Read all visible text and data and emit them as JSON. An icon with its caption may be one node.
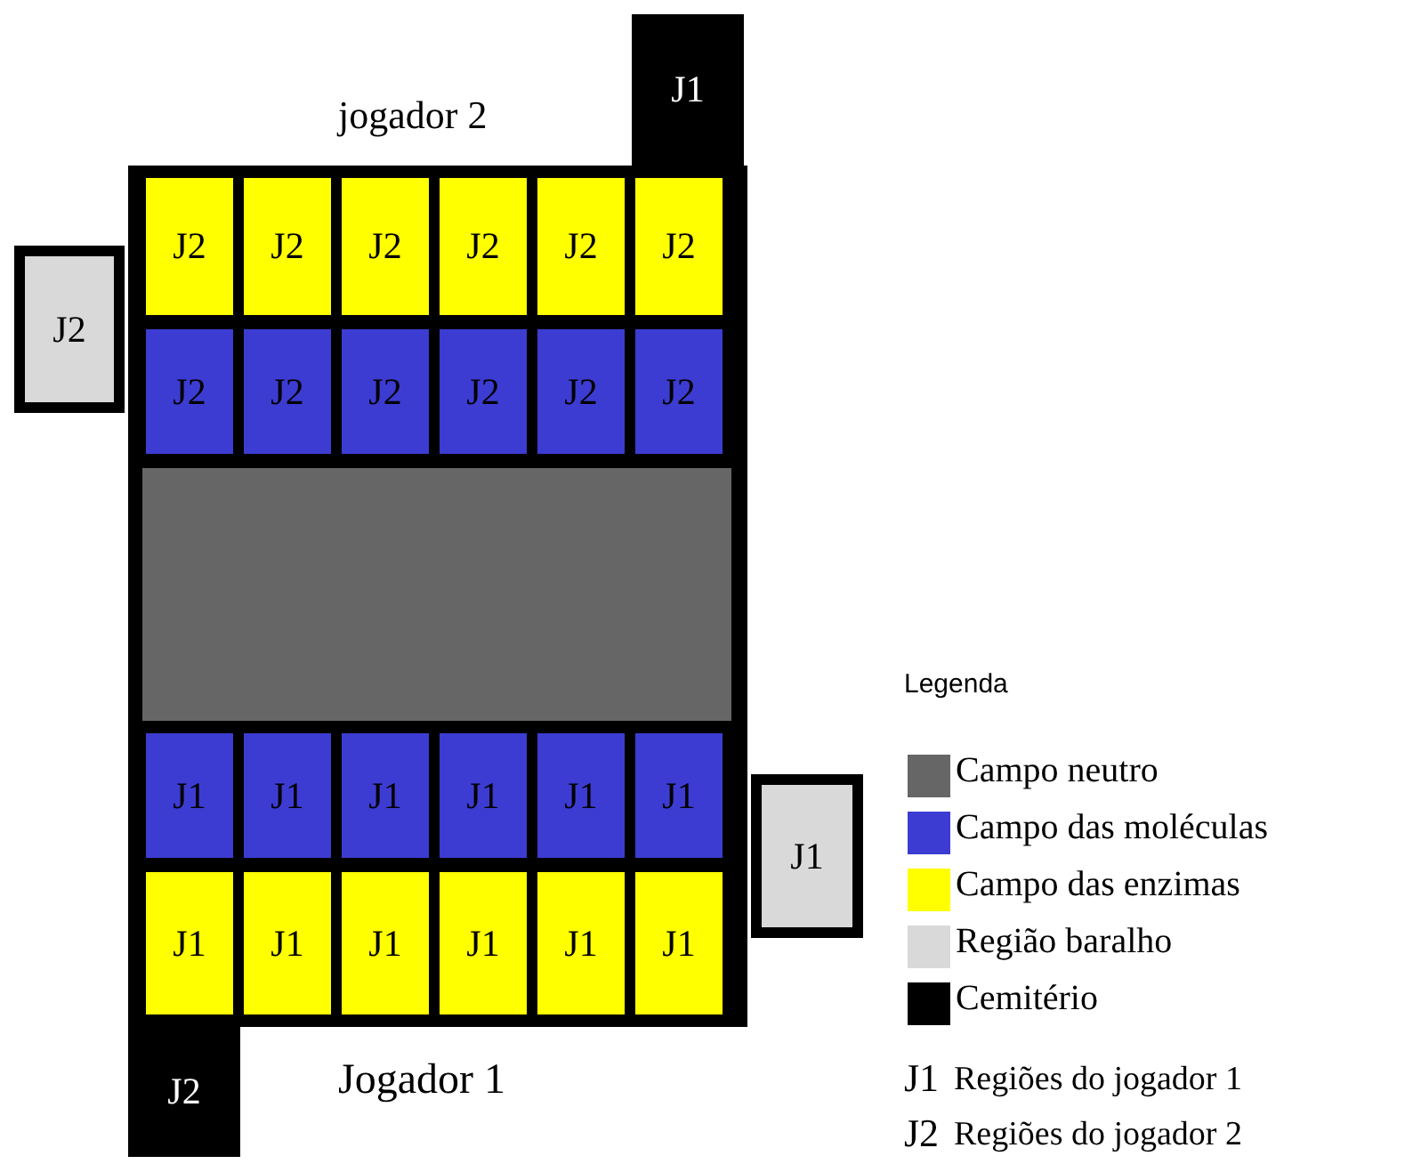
{
  "diagram": {
    "nodes": [
      {
        "text": [
          "J1"
        ]
      },
      {
        "text": [
          "J2"
        ]
      },
      {
        "text": [],
        "shape": "box"
      },
      {
        "text": [
          "J2"
        ],
        "in": 2
      },
      {
        "text": [
          "J2"
        ],
        "in": 2
      },
      {
        "text": [
          "J2"
        ],
        "in": 2
      },
      {
        "text": [
          "J2"
        ],
        "in": 2
      },
      {
        "text": [
          "J2"
        ],
        "in": 2
      },
      {
        "text": [
          "J2"
        ],
        "in": 2
      },
      {
        "text": [
          "J2"
        ],
        "in": 2
      },
      {
        "text": [
          "J2"
        ],
        "in": 2
      },
      {
        "text": [
          "J2"
        ],
        "in": 2
      },
      {
        "text": [
          "J2"
        ],
        "in": 2
      },
      {
        "text": [
          "J2"
        ],
        "in": 2
      },
      {
        "text": [
          "J2"
        ],
        "in": 2
      },
      {
        "text": [],
        "shape": "box",
        "in": 2
      },
      {
        "text": [
          "J1"
        ],
        "in": 2
      },
      {
        "text": [
          "J1"
        ],
        "in": 2
      },
      {
        "text": [
          "J1"
        ],
        "in": 2
      },
      {
        "text": [
          "J1"
        ],
        "in": 2
      },
      {
        "text": [
          "J1"
        ],
        "in": 2
      },
      {
        "text": [
          "J1"
        ],
        "in": 2
      },
      {
        "text": [
          "J1"
        ]
      },
      {
        "text": [
          "J1"
        ],
        "in": 2
      },
      {
        "text": [
          "J1"
        ],
        "in": 2
      },
      {
        "text": [
          "J1"
        ],
        "in": 2
      },
      {
        "text": [
          "J1"
        ],
        "in": 2
      },
      {
        "text": [
          "J1"
        ],
        "in": 2
      },
      {
        "text": [
          "J1"
        ],
        "in": 2
      },
      {
        "text": [
          "J2"
        ]
      }
    ],
    "labels": [
      "jogador 2",
      "Legenda",
      "Jogador 1",
      "J1",
      "Regiões do jogador 1",
      "J2",
      "Regiões do jogador 2"
    ],
    "legend": [
      {
        "text": "Campo neutro",
        "color": "#666666"
      },
      {
        "text": "Campo das moléculas",
        "color": "#3c3cd2"
      },
      {
        "text": "Campo das enzimas",
        "color": "#ffff00"
      },
      {
        "text": "Região baralho",
        "color": "#d9d9d9"
      },
      {
        "text": "Cemitério",
        "color": "#000000"
      }
    ]
  }
}
